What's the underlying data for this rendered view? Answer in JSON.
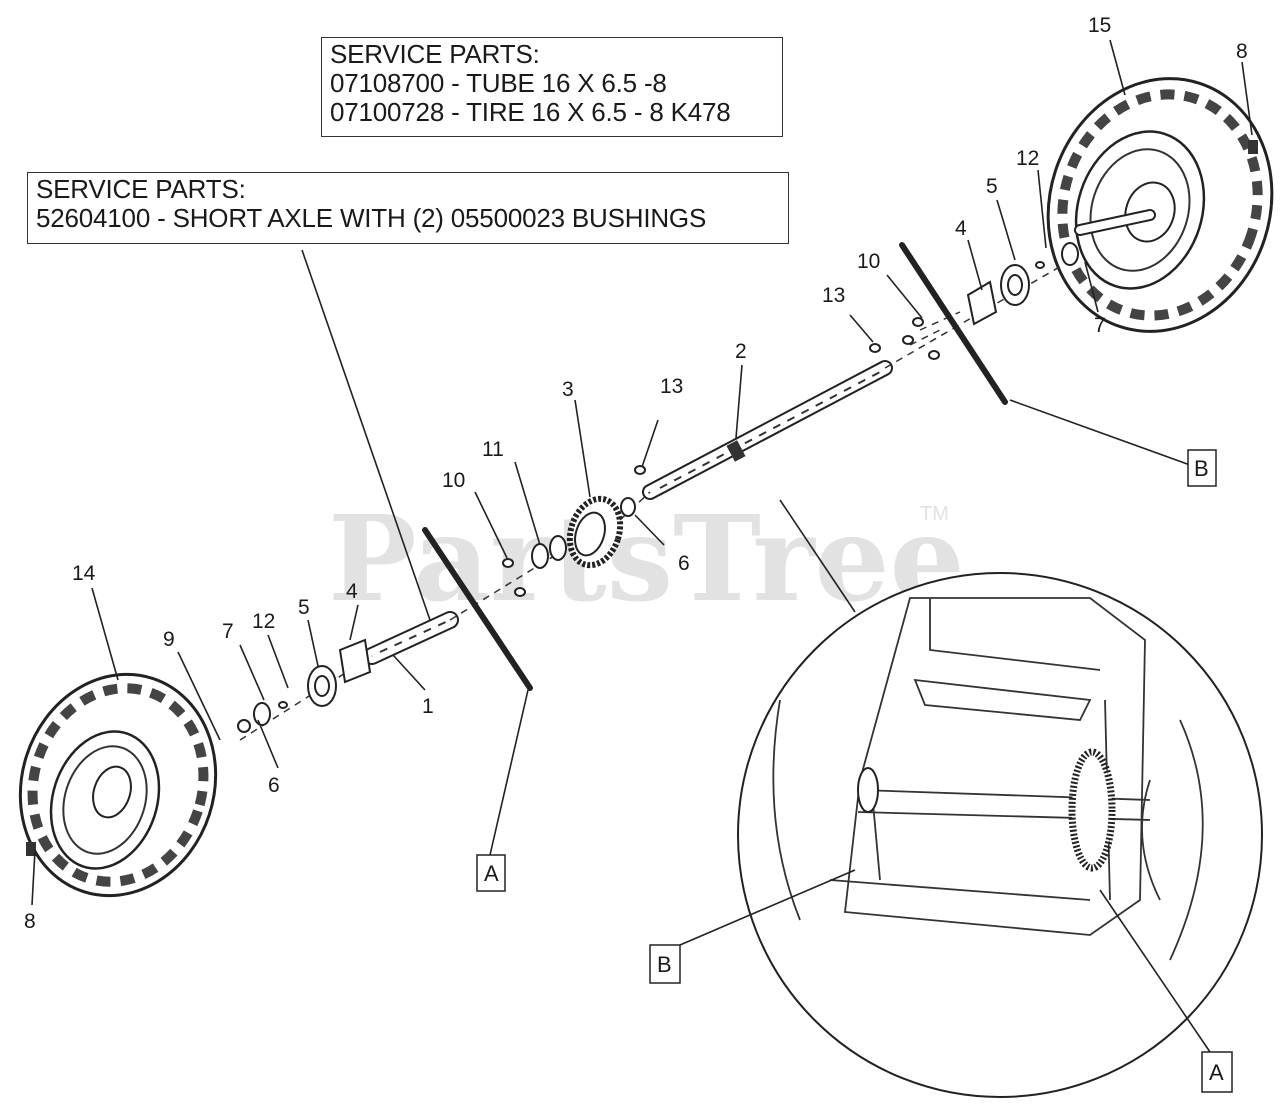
{
  "service_box_tire": {
    "heading": "SERVICE PARTS:",
    "lines": [
      "07108700 - TUBE 16 X 6.5 -8",
      "07100728 - TIRE 16 X 6.5 - 8 K478"
    ]
  },
  "service_box_axle": {
    "heading": "SERVICE PARTS:",
    "lines": [
      "52604100 - SHORT AXLE WITH (2) 05500023 BUSHINGS"
    ]
  },
  "watermark": {
    "text": "PartsTree",
    "trademark": "TM"
  },
  "callouts": {
    "c15": "15",
    "c8_top": "8",
    "c12_top": "12",
    "c5_top": "5",
    "c4_top": "4",
    "c10_top": "10",
    "c13_top": "13",
    "c7_top": "7",
    "c2": "2",
    "c13_mid": "13",
    "c3": "3",
    "c11": "11",
    "c10_mid": "10",
    "c6_mid": "6",
    "c14": "14",
    "c9": "9",
    "c7_left": "7",
    "c12_left": "12",
    "c5_left": "5",
    "c4_left": "4",
    "c1": "1",
    "c6_left": "6",
    "c8_left": "8"
  },
  "letters": {
    "b_top": "B",
    "a_mid": "A",
    "b_bottom": "B",
    "a_bottom": "A"
  },
  "colors": {
    "line": "#1a1a1a",
    "tire": "#555555",
    "watermark": "#e2e2e2"
  }
}
